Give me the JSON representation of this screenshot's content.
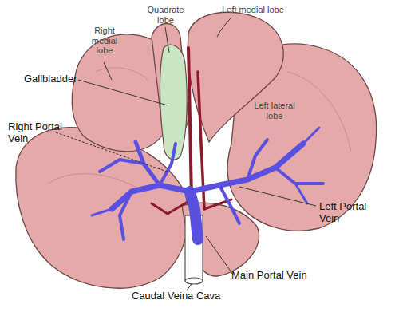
{
  "diagram": {
    "labels": [
      "Quadrate lobe",
      "Left medial lobe",
      "Right medial lobe",
      "Gallbladder",
      "Left lateral lobe",
      "Right Portal Vein",
      "Left Portal Vein",
      "Main Portal Vein",
      "Caudal Veina Cava"
    ]
  }
}
